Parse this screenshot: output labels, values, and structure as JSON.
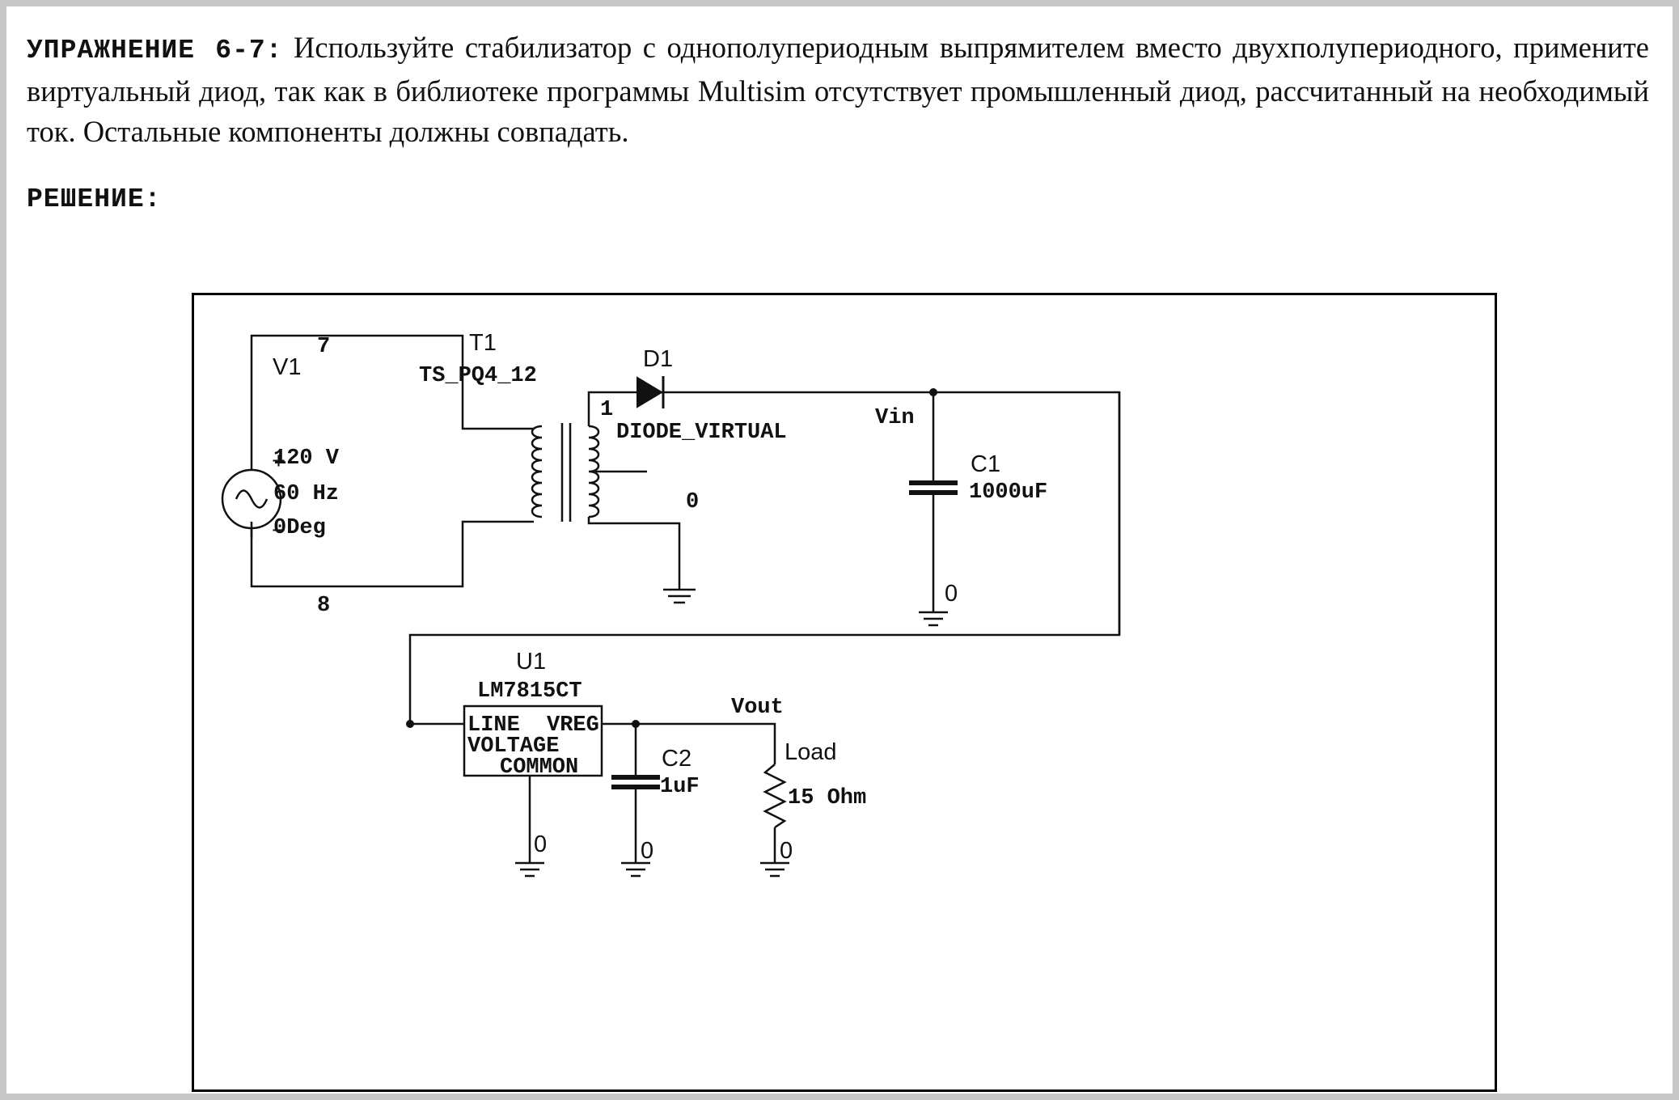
{
  "exercise": {
    "label": "УПРАЖНЕНИЕ 6-7:",
    "text": "Используйте стабилизатор с однополупериодным выпрямителем вместо двухполупериодного, примените виртуальный диод, так как в библиотеке программы Multisim отсутствует промышленный диод, рассчитанный на необходимый ток. Остальные компоненты должны совпадать."
  },
  "solution": {
    "label": "РЕШЕНИЕ:"
  },
  "circuit": {
    "source": {
      "ref": "V1",
      "voltage": "120 V",
      "frequency": "60 Hz",
      "phase": "0Deg",
      "plus": "+",
      "minus": "−"
    },
    "nodes": {
      "top": "7",
      "bottom": "8",
      "diode_node": "1",
      "ground_transformer": "0",
      "vin": "Vin",
      "vout": "Vout"
    },
    "transformer": {
      "ref": "T1",
      "model": "TS_PQ4_12"
    },
    "diode": {
      "ref": "D1",
      "model": "DIODE_VIRTUAL"
    },
    "c1": {
      "ref": "C1",
      "value": "1000uF",
      "ground": "0"
    },
    "regulator": {
      "ref": "U1",
      "model": "LM7815CT",
      "pin_line": "LINE",
      "pin_voltage": "VOLTAGE",
      "pin_vreg": "VREG",
      "pin_common": "COMMON",
      "ground": "0"
    },
    "c2": {
      "ref": "C2",
      "value": "1uF",
      "ground": "0"
    },
    "load": {
      "ref": "Load",
      "value": "15 Ohm",
      "ground": "0"
    }
  }
}
